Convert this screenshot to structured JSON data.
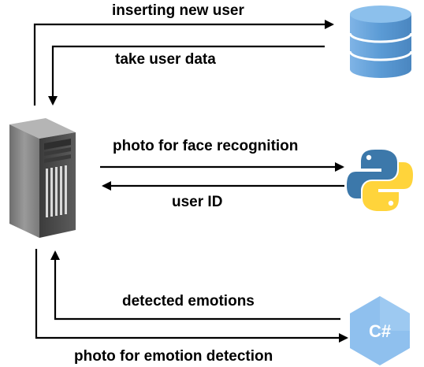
{
  "nodes": {
    "server": {
      "icon": "server-tower-icon"
    },
    "database": {
      "icon": "database-icon"
    },
    "python": {
      "icon": "python-logo-icon"
    },
    "csharp": {
      "icon": "csharp-logo-icon",
      "label": "C#"
    }
  },
  "edges": {
    "inserting_new_user": "inserting new user",
    "take_user_data": "take user data",
    "photo_for_face_recognition": "photo for face recognition",
    "user_id": "user ID",
    "detected_emotions": "detected emotions",
    "photo_for_emotion_detection": "photo for emotion detection"
  },
  "colors": {
    "line": "#000000",
    "database_fill": "#5b9bd5",
    "python_blue": "#3c78aa",
    "python_yellow": "#ffd43b",
    "csharp_fill": "#8fc0ee",
    "server_front": "#8a8a8a",
    "server_side": "#5a5a5a"
  }
}
